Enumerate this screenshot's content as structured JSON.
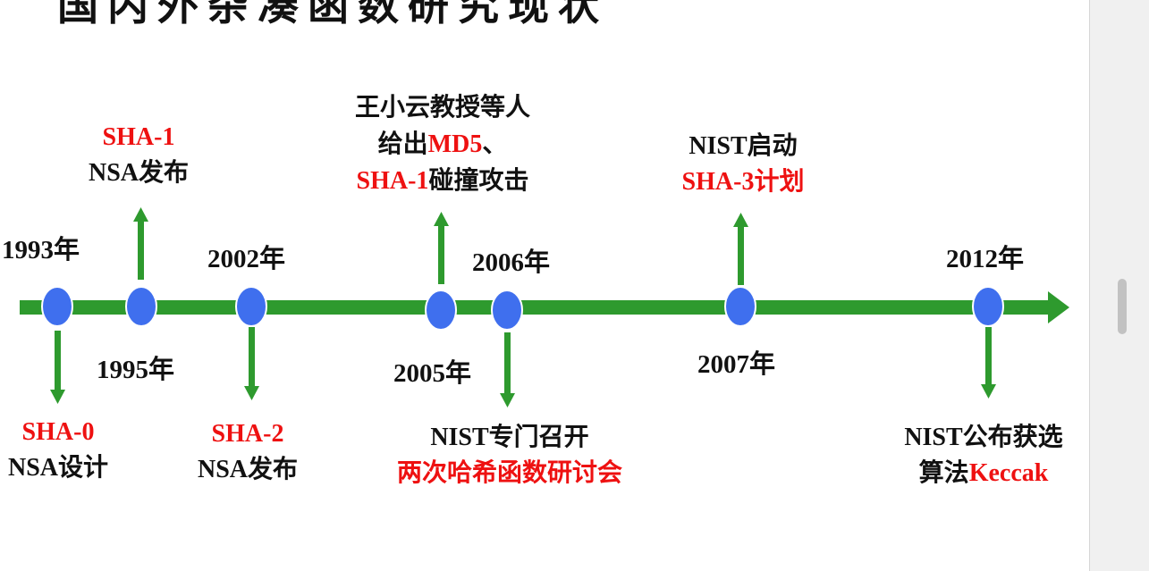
{
  "colors": {
    "axis": "#2e9a2e",
    "node": "#3f6fee",
    "accent": "#ee1111",
    "text": "#111111"
  },
  "title_partial": "国内外杂凑函数研究现状",
  "years": {
    "y1993": "1993年",
    "y1995": "1995年",
    "y2002": "2002年",
    "y2005": "2005年",
    "y2006": "2006年",
    "y2007": "2007年",
    "y2012": "2012年"
  },
  "events": {
    "sha0": {
      "name": "SHA-0",
      "desc": "NSA设计"
    },
    "sha1": {
      "name": "SHA-1",
      "desc": "NSA发布"
    },
    "sha2": {
      "name": "SHA-2",
      "desc": "NSA发布"
    },
    "attack": {
      "line1": "王小云教授等人",
      "line2a": "给出",
      "line2b": "MD5",
      "line2c": "、",
      "line3a": "SHA-1",
      "line3b": "碰撞攻击"
    },
    "nist2006": {
      "line1": "NIST专门召开",
      "line2": "两次哈希函数研讨会"
    },
    "sha3": {
      "line1": "NIST启动",
      "line2": "SHA-3计划"
    },
    "keccak": {
      "line1": "NIST公布获选",
      "line2a": "算法",
      "line2b": "Keccak"
    }
  }
}
